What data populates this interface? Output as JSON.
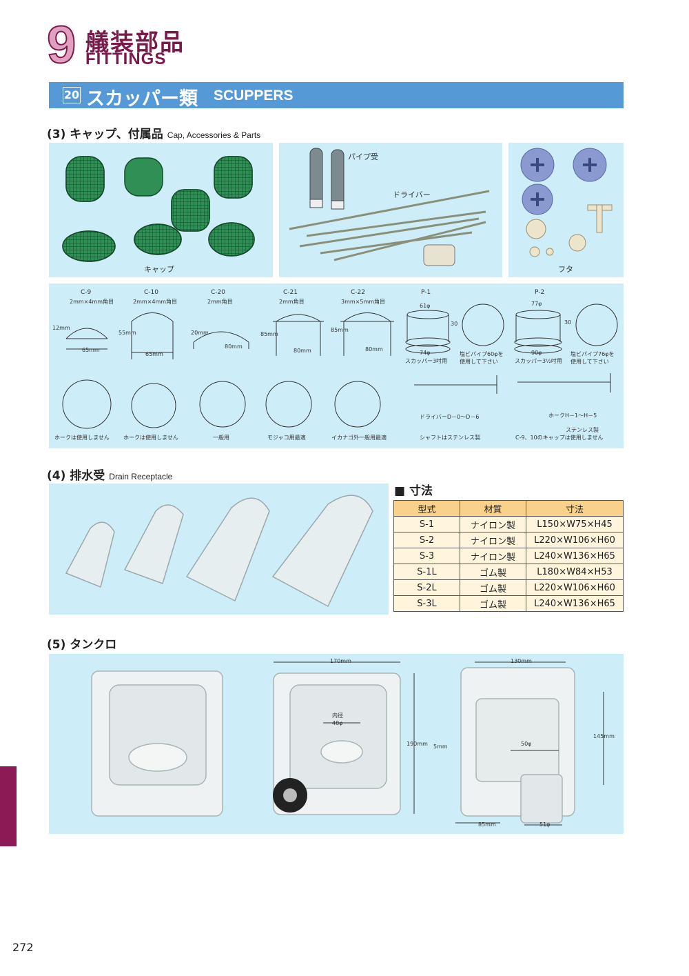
{
  "chapter": {
    "number": "9",
    "title_jp": "艤装部品",
    "title_en": "FITTINGS"
  },
  "section": {
    "number": "20",
    "title_jp": "スカッパー類",
    "title_en": "SCUPPERS"
  },
  "sub3": {
    "title_jp": "(3) キャップ、付属品",
    "title_en": "Cap, Accessories & Parts",
    "photo_labels": {
      "cap": "キャップ",
      "pipe": "パイプ受",
      "driver": "ドライバー",
      "lid": "フタ"
    },
    "caps": [
      {
        "name": "C-9",
        "mesh": "2mm×4mm角目",
        "dims": [
          "12mm",
          "65mm"
        ]
      },
      {
        "name": "C-10",
        "mesh": "2mm×4mm角目",
        "dims": [
          "55mm",
          "65mm"
        ]
      },
      {
        "name": "C-20",
        "mesh": "2mm角目",
        "dims": [
          "20mm",
          "80mm"
        ]
      },
      {
        "name": "C-21",
        "mesh": "2mm角目",
        "dims": [
          "85mm",
          "80mm"
        ]
      },
      {
        "name": "C-22",
        "mesh": "3mm×5mm角目",
        "dims": [
          "85mm",
          "80mm"
        ]
      }
    ],
    "pipes": [
      {
        "name": "P-1",
        "top": "61φ",
        "height": "30",
        "bottom": "74φ",
        "note1": "スカッパー3吋用",
        "note2a": "塩ビパイプ60φを",
        "note2b": "使用して下さい"
      },
      {
        "name": "P-2",
        "top": "77φ",
        "height": "30",
        "bottom": "90φ",
        "note1": "スカッパー3½吋用",
        "note2a": "塩ビパイプ76φを",
        "note2b": "使用して下さい"
      }
    ],
    "lids": [
      {
        "label": "ホークは使用しません"
      },
      {
        "label": "ホークは使用しません"
      },
      {
        "label": "一般用"
      },
      {
        "label": "モジャコ用最適"
      },
      {
        "label": "イカナゴ外一般用最適"
      }
    ],
    "drivers": {
      "d_label": "ドライバーD－0～D－6",
      "h_label": "ホークH－1～H－5",
      "shaft_note": "シャフトはステンレス製",
      "stainless": "ステンレス製",
      "cap_note": "C-9、10のキャップは使用しません"
    }
  },
  "sub4": {
    "title_jp": "(4) 排水受",
    "title_en": "Drain Receptacle",
    "table_title": "■ 寸法",
    "headers": [
      "型式",
      "材質",
      "寸法"
    ],
    "rows": [
      [
        "S-1",
        "ナイロン製",
        "L150×W75×H45"
      ],
      [
        "S-2",
        "ナイロン製",
        "L220×W106×H60"
      ],
      [
        "S-3",
        "ナイロン製",
        "L240×W136×H65"
      ],
      [
        "S-1L",
        "ゴム製",
        "L180×W84×H53"
      ],
      [
        "S-2L",
        "ゴム製",
        "L220×W106×H60"
      ],
      [
        "S-3L",
        "ゴム製",
        "L240×W136×H65"
      ]
    ]
  },
  "sub5": {
    "title_jp": "(5) タンクロ",
    "dims": {
      "w170": "170mm",
      "h190": "190mm",
      "inner": "内径",
      "inner_d": "48φ",
      "w130": "130mm",
      "h145": "145mm",
      "d50": "50φ",
      "t5": "5mm",
      "w85": "85mm",
      "d51": "51φ"
    }
  },
  "page_number": "272",
  "colors": {
    "accent": "#7a1a4a",
    "banner": "#5599d6",
    "panel": "#cdeef8",
    "table_head": "#f9d18a"
  }
}
